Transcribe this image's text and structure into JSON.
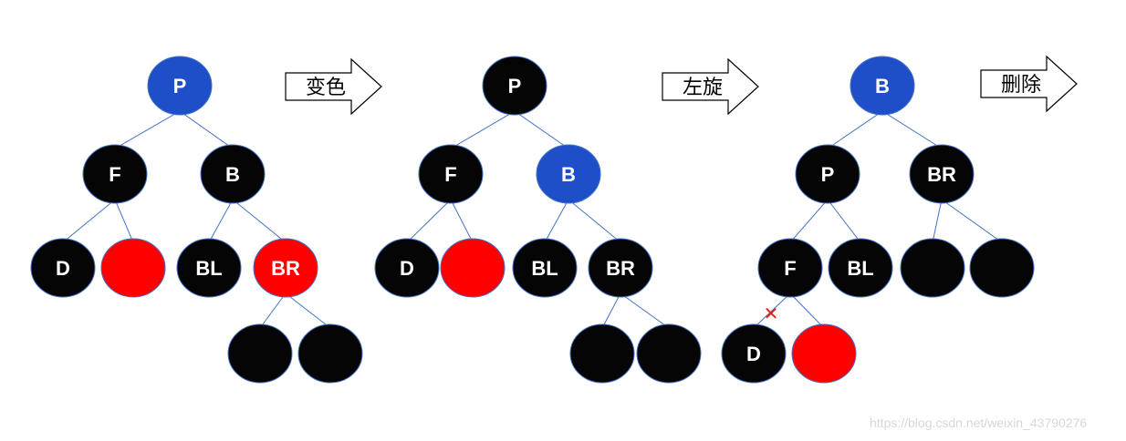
{
  "colors": {
    "black_node": "#050505",
    "red_node": "#ff0000",
    "blue_node": "#1f4fc8",
    "edge": "#4472c4",
    "delete_mark": "#e0221c"
  },
  "arrows": [
    {
      "label": "变色"
    },
    {
      "label": "左旋"
    },
    {
      "label": "删除"
    }
  ],
  "trees": [
    {
      "name": "before-recolor",
      "nodes": [
        {
          "label": "P",
          "color": "blue"
        },
        {
          "label": "F",
          "color": "black"
        },
        {
          "label": "B",
          "color": "black"
        },
        {
          "label": "D",
          "color": "black"
        },
        {
          "label": "",
          "color": "red"
        },
        {
          "label": "BL",
          "color": "black"
        },
        {
          "label": "BR",
          "color": "red"
        },
        {
          "label": "",
          "color": "black"
        },
        {
          "label": "",
          "color": "black"
        }
      ]
    },
    {
      "name": "after-recolor",
      "nodes": [
        {
          "label": "P",
          "color": "black"
        },
        {
          "label": "F",
          "color": "black"
        },
        {
          "label": "B",
          "color": "blue"
        },
        {
          "label": "D",
          "color": "black"
        },
        {
          "label": "",
          "color": "red"
        },
        {
          "label": "BL",
          "color": "black"
        },
        {
          "label": "BR",
          "color": "black"
        },
        {
          "label": "",
          "color": "black"
        },
        {
          "label": "",
          "color": "black"
        }
      ]
    },
    {
      "name": "after-left-rotate",
      "nodes": [
        {
          "label": "B",
          "color": "blue"
        },
        {
          "label": "P",
          "color": "black"
        },
        {
          "label": "BR",
          "color": "black"
        },
        {
          "label": "F",
          "color": "black"
        },
        {
          "label": "BL",
          "color": "black"
        },
        {
          "label": "",
          "color": "black"
        },
        {
          "label": "",
          "color": "black"
        },
        {
          "label": "D",
          "color": "black"
        },
        {
          "label": "",
          "color": "red"
        }
      ]
    }
  ],
  "delete_mark": "✕",
  "watermark": "https://blog.csdn.net/weixin_43790276"
}
